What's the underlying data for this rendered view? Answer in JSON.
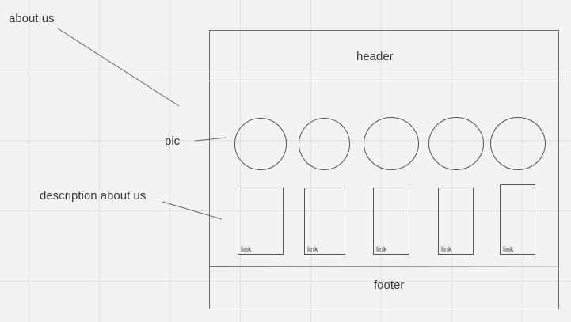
{
  "annotations": {
    "about_us": "about us",
    "pic": "pic",
    "description": "description about us"
  },
  "wireframe": {
    "header": "header",
    "footer": "footer",
    "cards": [
      {
        "link": "link"
      },
      {
        "link": "link"
      },
      {
        "link": "link"
      },
      {
        "link": "link"
      },
      {
        "link": "link"
      }
    ]
  }
}
